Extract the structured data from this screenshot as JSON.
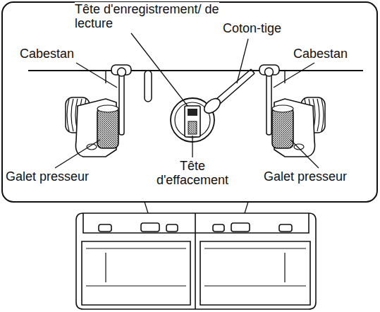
{
  "diagram": {
    "labels": [
      "Tête d'enregistrement/ de lecture",
      "Coton-tige",
      "Cabestan",
      "Cabestan",
      "Tête d'effacement",
      "Galet presseur",
      "Galet presseur"
    ]
  }
}
